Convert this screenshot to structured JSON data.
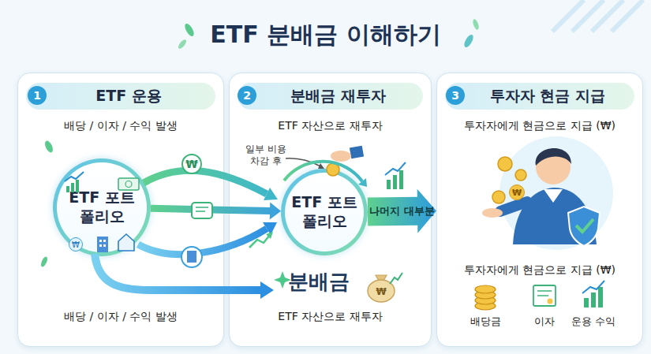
{
  "diagram": {
    "title": "ETF 분배금 이해하기",
    "nodes": [
      {
        "text": [
          "ETF 운용",
          "배당 / 이자 / 수익 발생",
          "배당 / 이자 / 수익 발생"
        ]
      },
      {
        "text": [
          "ETF 포트폴리오"
        ],
        "in": 0
      },
      {
        "text": [
          "분배금 재투자",
          "ETF 자산으로 재투자",
          "ETF 자산으로 재투자"
        ]
      },
      {
        "text": [
          "ETF 포트폴리오"
        ],
        "in": 2
      },
      {
        "text": [
          "투자자 현금 지급",
          "투자자에게 현금으로 지급 (₩)",
          "투자자에게 현금으로 지급 (₩)"
        ]
      }
    ],
    "edges": [
      {
        "from": 1,
        "to": 3,
        "arrow": "to"
      },
      {
        "from": 3,
        "to": 4,
        "label": "나머지 대부분",
        "arrow": "to"
      }
    ],
    "labels": [
      "1",
      "2",
      "3",
      "일부 비용 차감 후",
      "분배금",
      "₩",
      "₩",
      "₩",
      "₩",
      "배당금",
      "이자",
      "운용 수익"
    ]
  }
}
